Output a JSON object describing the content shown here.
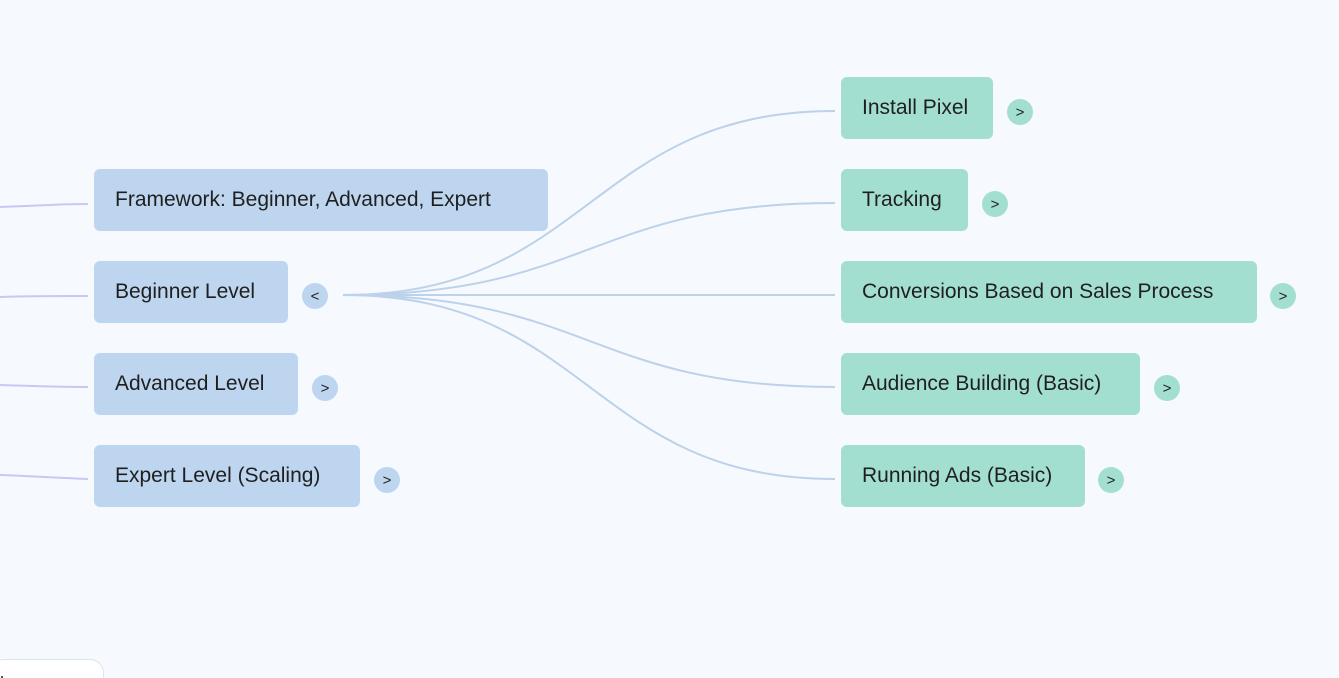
{
  "left_nodes": [
    {
      "label": "Framework: Beginner, Advanced, Expert",
      "toggle": ""
    },
    {
      "label": "Beginner Level",
      "toggle": "<"
    },
    {
      "label": "Advanced Level",
      "toggle": ">"
    },
    {
      "label": "Expert Level (Scaling)",
      "toggle": ">"
    }
  ],
  "right_nodes": [
    {
      "label": "Install Pixel",
      "toggle": ">"
    },
    {
      "label": "Tracking",
      "toggle": ">"
    },
    {
      "label": "Conversions Based on Sales Process",
      "toggle": ">"
    },
    {
      "label": "Audience Building (Basic)",
      "toggle": ">"
    },
    {
      "label": "Running Ads (Basic)",
      "toggle": ">"
    }
  ],
  "colors": {
    "background": "#f6f9fe",
    "level_node": "#bdd5ee",
    "topic_node": "#a3dfd1",
    "link_left": "#c8c8f2",
    "link_right": "#bcd2ea"
  }
}
